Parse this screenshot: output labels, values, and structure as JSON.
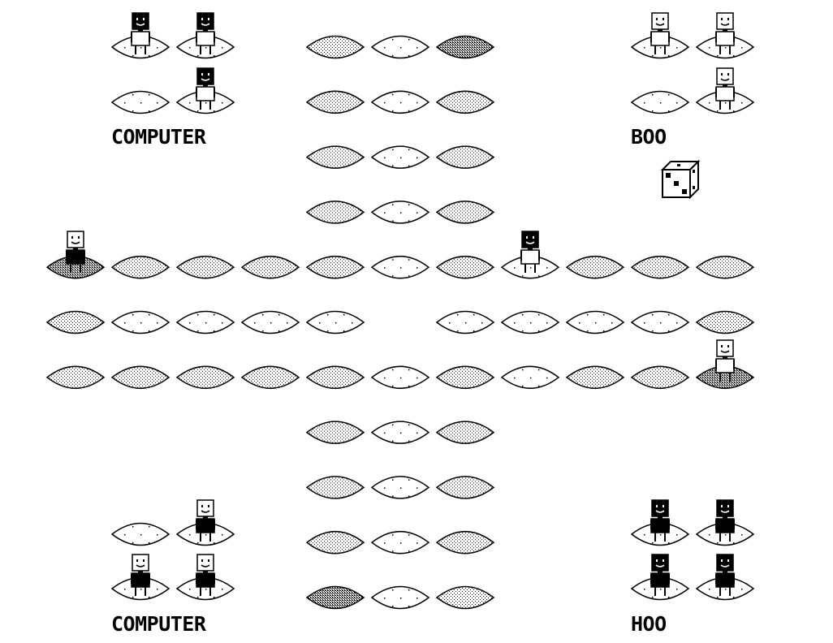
{
  "players": {
    "top_left": {
      "name": "COMPUTER",
      "color": "black-head-white-body"
    },
    "top_right": {
      "name": "BOO",
      "color": "white"
    },
    "bottom_left": {
      "name": "COMPUTER",
      "color": "white-head-black-body"
    },
    "bottom_right": {
      "name": "HOO",
      "color": "black"
    }
  },
  "dice": {
    "value": 3
  },
  "colors": {
    "ink": "#000000",
    "paper": "#ffffff"
  }
}
